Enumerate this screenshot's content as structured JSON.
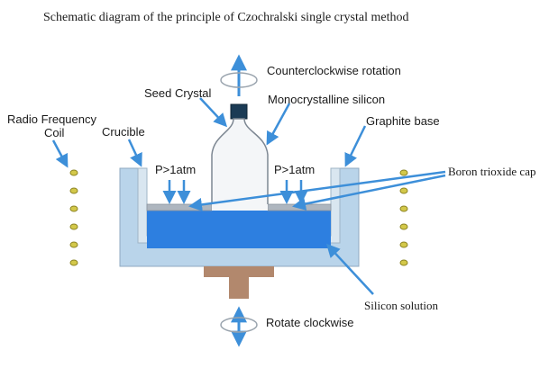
{
  "title": "Schematic diagram of the principle of Czochralski single crystal method",
  "labels": {
    "counterclockwise": "Counterclockwise rotation",
    "seed_crystal": "Seed Crystal",
    "mono_silicon": "Monocrystalline silicon",
    "rf_coil_line1": "Radio Frequency",
    "rf_coil_line2": "Coil",
    "crucible": "Crucible",
    "graphite_base": "Graphite base",
    "pressure_left": "P>1atm",
    "pressure_right": "P>1atm",
    "boron_cap": "Boron trioxide cap",
    "silicon_solution": "Silicon solution",
    "rotate_clockwise": "Rotate clockwise"
  },
  "colors": {
    "arrow_blue": "#3d8fd9",
    "crucible_outer": "#b9d4ea",
    "crucible_edge": "#8fa9c0",
    "melt": "#2d7fe0",
    "cap": "#aeb6bf",
    "crystal_fill": "#f4f6f8",
    "crystal_edge": "#7d8792",
    "seed_dark": "#1b3b55",
    "stand": "#b2886d",
    "coil_fill": "#d3c84a",
    "coil_edge": "#8c8322"
  },
  "icons": {
    "rotation_top": "counterclockwise-rotation-icon",
    "rotation_bottom": "clockwise-rotation-icon",
    "coil_turn": "coil-turn-icon"
  }
}
